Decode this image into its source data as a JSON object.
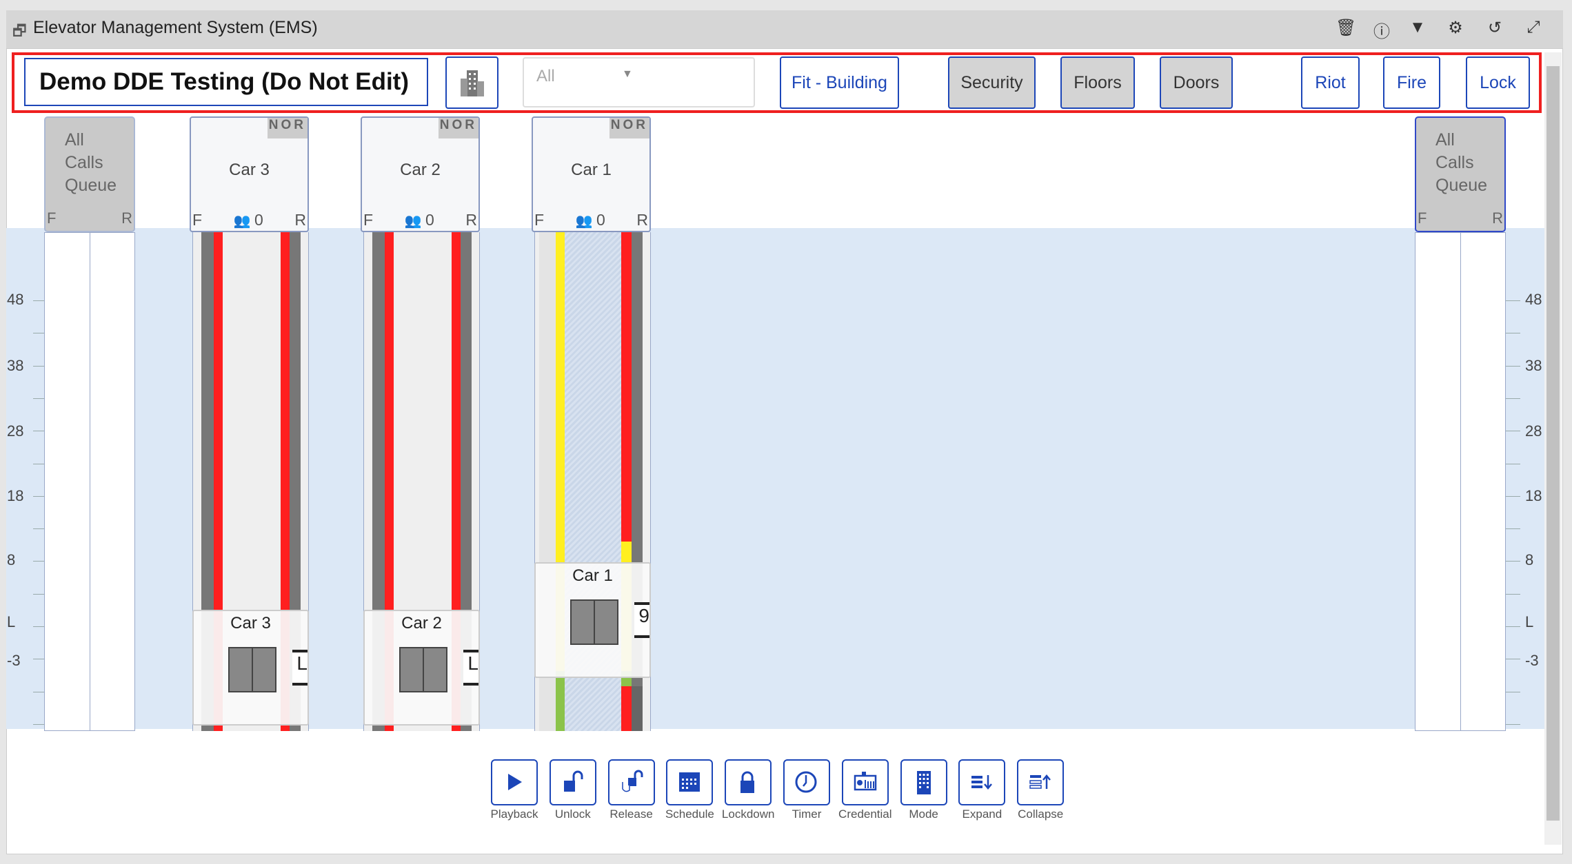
{
  "window": {
    "title": "Elevator Management System (EMS)",
    "title_icon": "elevator-icon",
    "actions": [
      "trash-icon",
      "info-icon",
      "filter-icon",
      "gear-icon",
      "refresh-icon",
      "expand-icon"
    ]
  },
  "header": {
    "building_name": "Demo DDE Testing (Do Not Edit)",
    "building_icon": "building-icon",
    "filter_value": "All",
    "fit_label": "Fit - Building",
    "toggles": [
      "Security",
      "Floors",
      "Doors"
    ],
    "modes": [
      "Riot",
      "Fire",
      "Lock"
    ]
  },
  "floors": [
    "48",
    "38",
    "28",
    "18",
    "8",
    "L",
    "-3"
  ],
  "queues": {
    "label_lines": [
      "All",
      "Calls",
      "Queue"
    ],
    "front": "F",
    "rear": "R"
  },
  "cars": [
    {
      "name": "Car 3",
      "status": "NOR",
      "front": "F",
      "rear": "R",
      "passengers": "0",
      "position": "L",
      "accent_colors": [
        "#ff1f1f",
        "#ff1f1f"
      ]
    },
    {
      "name": "Car 2",
      "status": "NOR",
      "front": "F",
      "rear": "R",
      "passengers": "0",
      "position": "L",
      "accent_colors": [
        "#ff1f1f",
        "#ff1f1f"
      ]
    },
    {
      "name": "Car 1",
      "status": "NOR",
      "front": "F",
      "rear": "R",
      "passengers": "0",
      "position": "9",
      "accent_colors": [
        "#ffef20",
        "#ff1f1f"
      ]
    }
  ],
  "toolbar": [
    {
      "label": "Playback",
      "icon": "play-icon"
    },
    {
      "label": "Unlock",
      "icon": "unlock-icon"
    },
    {
      "label": "Release",
      "icon": "release-hand-icon"
    },
    {
      "label": "Schedule",
      "icon": "calendar-icon"
    },
    {
      "label": "Lockdown",
      "icon": "lock-icon"
    },
    {
      "label": "Timer",
      "icon": "clock-icon"
    },
    {
      "label": "Credential",
      "icon": "id-card-icon"
    },
    {
      "label": "Mode",
      "icon": "building-mode-icon"
    },
    {
      "label": "Expand",
      "icon": "expand-list-icon"
    },
    {
      "label": "Collapse",
      "icon": "collapse-list-icon"
    }
  ],
  "colors": {
    "accent": "#1c46b8",
    "alert": "#ef2020"
  }
}
